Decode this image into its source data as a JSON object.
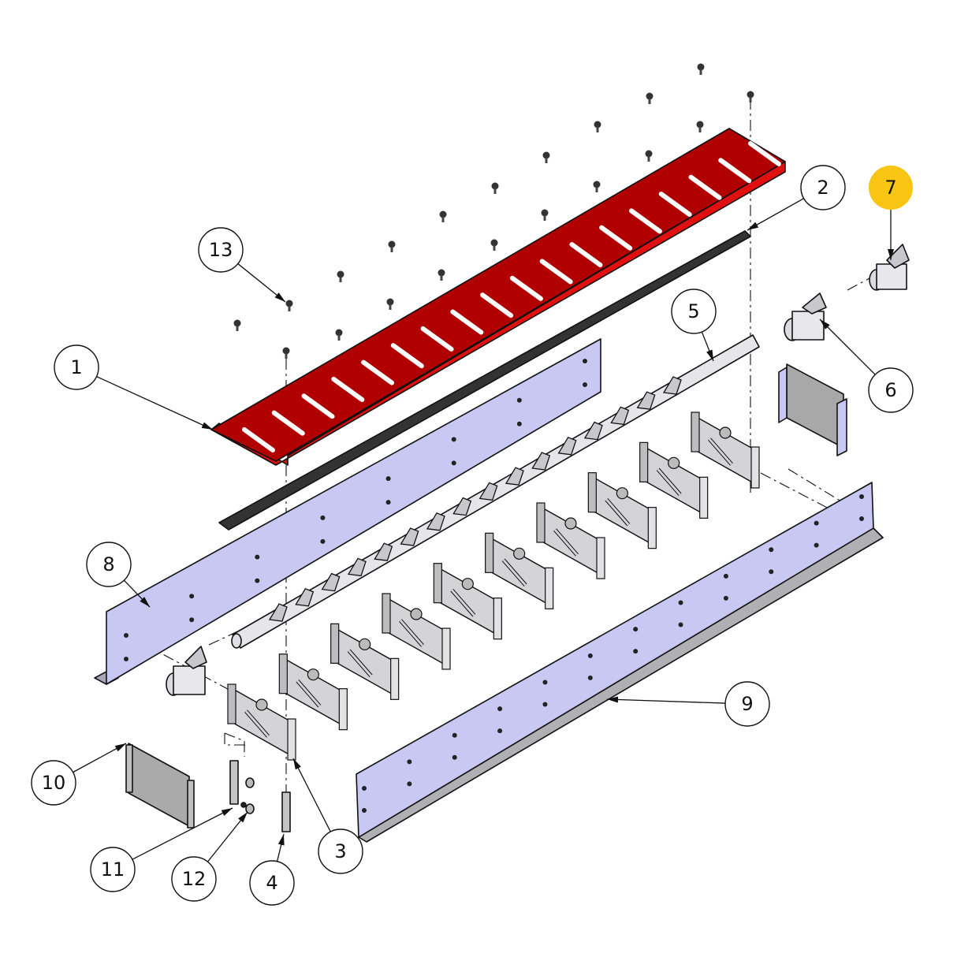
{
  "diagram": {
    "type": "exploded-assembly-view",
    "colors": {
      "top_plate": "#b00000",
      "top_plate_edge": "#e01010",
      "strip": "#333333",
      "side_panels": "#c8c8f2",
      "brackets": "#d4d4d6",
      "shaft": "#e6e6ea",
      "highlight_balloon": "#f7c512",
      "balloon": "#ffffff"
    },
    "callouts": [
      {
        "id": "1",
        "label": "1",
        "part": "slotted top plate (red)",
        "highlighted": false
      },
      {
        "id": "2",
        "label": "2",
        "part": "rubber strip",
        "highlighted": false
      },
      {
        "id": "3",
        "label": "3",
        "part": "pivot bracket",
        "highlighted": false
      },
      {
        "id": "4",
        "label": "4",
        "part": "small mounting clip",
        "highlighted": false
      },
      {
        "id": "5",
        "label": "5",
        "part": "shaft",
        "highlighted": false
      },
      {
        "id": "6",
        "label": "6",
        "part": "cam tube with finger",
        "highlighted": false
      },
      {
        "id": "7",
        "label": "7",
        "part": "end cam tube with finger",
        "highlighted": true
      },
      {
        "id": "8",
        "label": "8",
        "part": "rear side panel",
        "highlighted": false
      },
      {
        "id": "9",
        "label": "9",
        "part": "front side panel",
        "highlighted": false
      },
      {
        "id": "10",
        "label": "10",
        "part": "end cover plate",
        "highlighted": false
      },
      {
        "id": "11",
        "label": "11",
        "part": "washer",
        "highlighted": false
      },
      {
        "id": "12",
        "label": "12",
        "part": "bolt",
        "highlighted": false
      },
      {
        "id": "13",
        "label": "13",
        "part": "screw",
        "highlighted": false
      }
    ]
  }
}
